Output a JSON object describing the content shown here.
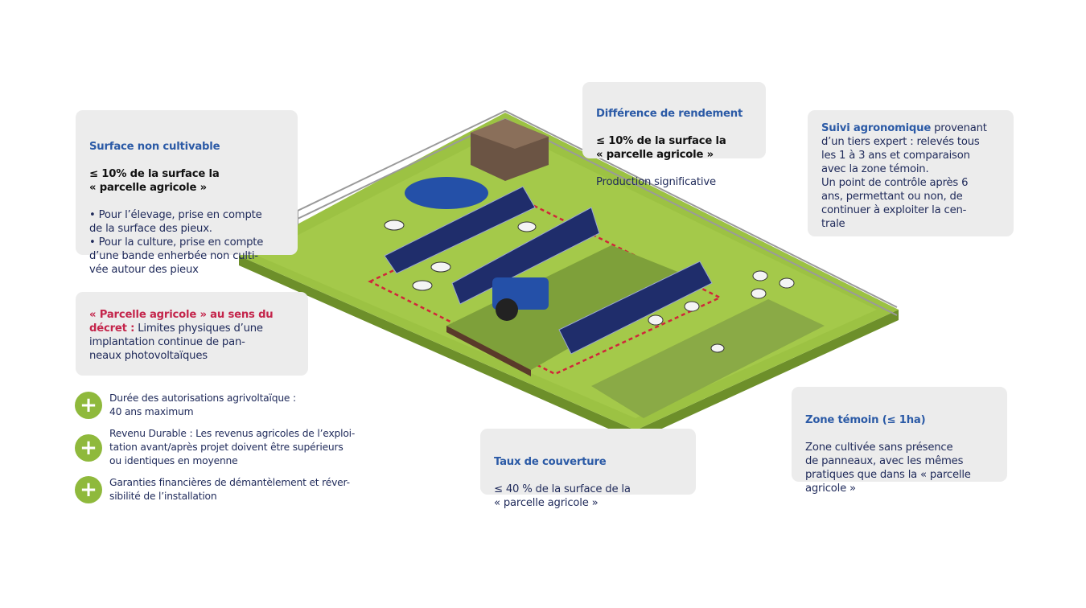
{
  "boxes": {
    "surface": {
      "title": "Surface non cultivable",
      "bold": "≤ 10% de la surface la\n« parcelle agricole »",
      "text": "• Pour l’élevage, prise en compte\nde la surface des pieux.\n• Pour la culture, prise en compte\nd’une bande enherbée non culti-\nvée autour des pieux"
    },
    "parcelle": {
      "title": "« Parcelle agricole » au sens du\ndécret :",
      "text": " Limites physiques d’une\nimplantation continue de pan-\nneaux photovoltaïques"
    },
    "rendement": {
      "title": "Différence de rendement",
      "bold": "≤ 10% de la surface la\n« parcelle agricole »",
      "text": "Production significative"
    },
    "suivi": {
      "title": "Suivi agronomique",
      "text": " provenant\nd’un tiers expert : relevés tous\nles 1 à 3 ans et comparaison\navec la zone témoin.\nUn point de contrôle après 6\nans, permettant ou non, de\ncontinuer à exploiter la cen-\ntrale"
    },
    "taux": {
      "title": "Taux de couverture",
      "text": "≤ 40 % de la surface de la\n« parcelle agricole »"
    },
    "zone": {
      "title": "Zone témoin (≤ 1ha)",
      "text": "Zone cultivée sans présence\nde panneaux, avec les mêmes\npratiques que dans la « parcelle\nagricole »"
    }
  },
  "plus_items": [
    {
      "icon": "plus-icon",
      "text": "Durée des autorisations agrivoltaïque :\n40 ans maximum"
    },
    {
      "icon": "plus-icon",
      "text": "Revenu Durable : Les revenus agricoles de l’exploi-\ntation avant/après projet doivent être supérieurs\nou identiques en moyenne"
    },
    {
      "icon": "plus-icon",
      "text": "Garanties financières de démantèlement et réver-\nsibilité de l’installation"
    }
  ],
  "colors": {
    "heading": "#2b5aa6",
    "accent_red": "#c4254b",
    "green": "#8fb93c",
    "panel": "#1f2d6b"
  }
}
